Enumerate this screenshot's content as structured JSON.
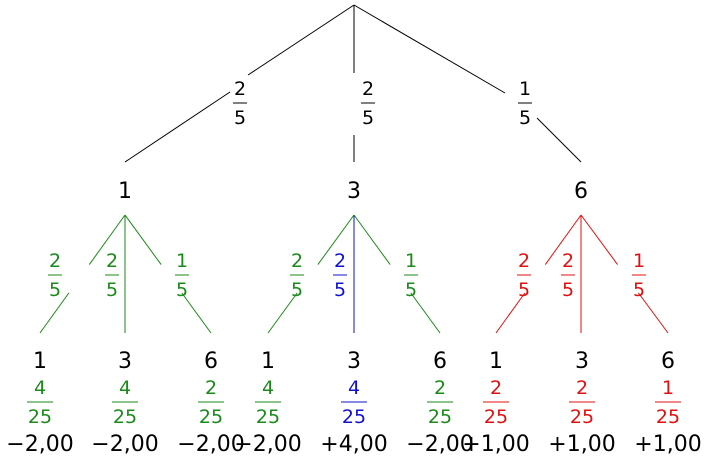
{
  "colors": {
    "black": "#000000",
    "green": "#1a8a1a",
    "blue": "#1010d0",
    "red": "#e01010"
  },
  "level1": [
    {
      "label": "1",
      "prob_num": "2",
      "prob_den": "5"
    },
    {
      "label": "3",
      "prob_num": "2",
      "prob_den": "5"
    },
    {
      "label": "6",
      "prob_num": "1",
      "prob_den": "5"
    }
  ],
  "level2": [
    {
      "parent": 0,
      "color": "green",
      "prob_num": "2",
      "prob_den": "5",
      "label": "1",
      "joint_num": "4",
      "joint_den": "25",
      "value": "−2,00"
    },
    {
      "parent": 0,
      "color": "green",
      "prob_num": "2",
      "prob_den": "5",
      "label": "3",
      "joint_num": "4",
      "joint_den": "25",
      "value": "−2,00"
    },
    {
      "parent": 0,
      "color": "green",
      "prob_num": "1",
      "prob_den": "5",
      "label": "6",
      "joint_num": "2",
      "joint_den": "25",
      "value": "−2,00"
    },
    {
      "parent": 1,
      "color": "green",
      "prob_num": "2",
      "prob_den": "5",
      "label": "1",
      "joint_num": "4",
      "joint_den": "25",
      "value": "−2,00"
    },
    {
      "parent": 1,
      "color": "blue",
      "prob_num": "2",
      "prob_den": "5",
      "label": "3",
      "joint_num": "4",
      "joint_den": "25",
      "value": "+4,00"
    },
    {
      "parent": 1,
      "color": "green",
      "prob_num": "1",
      "prob_den": "5",
      "label": "6",
      "joint_num": "2",
      "joint_den": "25",
      "value": "−2,00"
    },
    {
      "parent": 2,
      "color": "red",
      "prob_num": "2",
      "prob_den": "5",
      "label": "1",
      "joint_num": "2",
      "joint_den": "25",
      "value": "+1,00"
    },
    {
      "parent": 2,
      "color": "red",
      "prob_num": "2",
      "prob_den": "5",
      "label": "3",
      "joint_num": "2",
      "joint_den": "25",
      "value": "+1,00"
    },
    {
      "parent": 2,
      "color": "red",
      "prob_num": "1",
      "prob_den": "5",
      "label": "6",
      "joint_num": "1",
      "joint_den": "25",
      "value": "+1,00"
    }
  ]
}
